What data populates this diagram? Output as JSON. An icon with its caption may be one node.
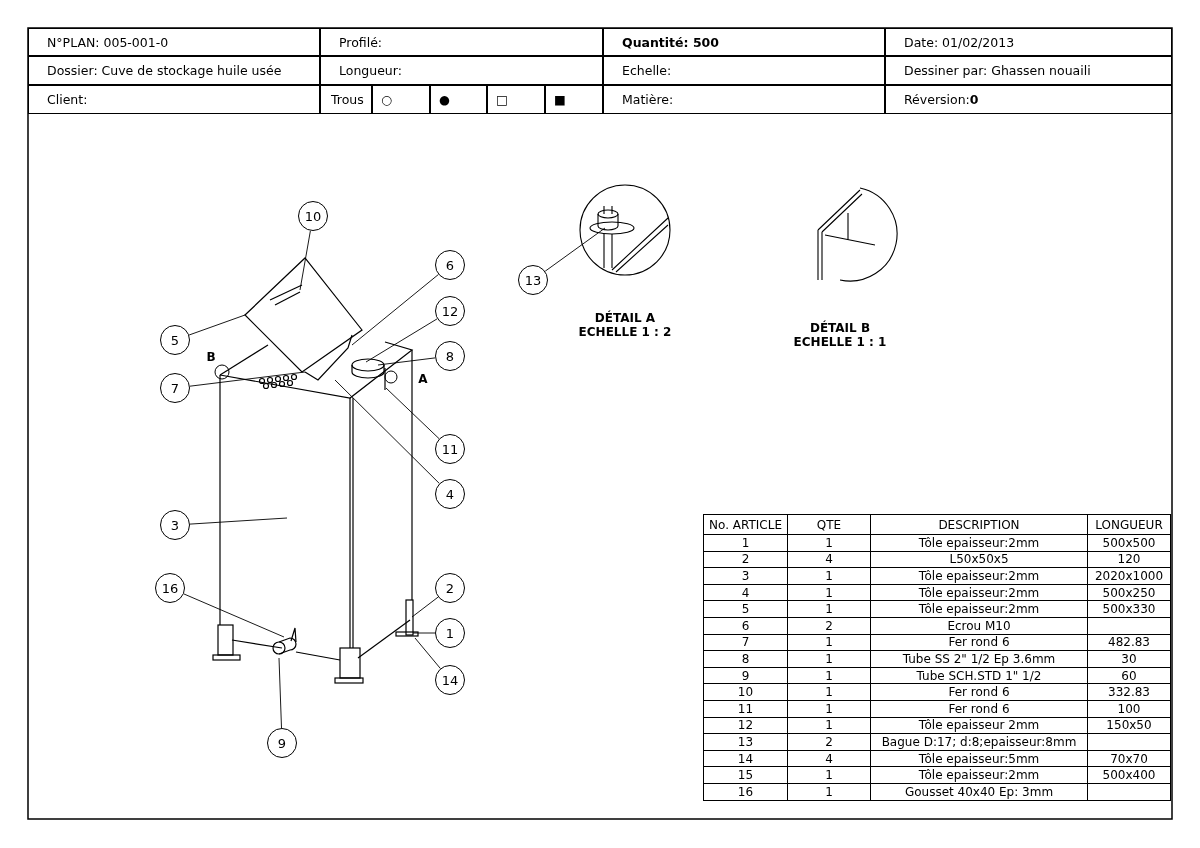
{
  "diagram": {
    "nodes": [
      {
        "text": [
          "10"
        ]
      },
      {
        "text": [
          "6"
        ]
      },
      {
        "text": [
          "13"
        ]
      },
      {
        "text": [
          "12"
        ]
      },
      {
        "text": [
          "5"
        ]
      },
      {
        "text": [
          "8"
        ]
      },
      {
        "text": [
          "7"
        ]
      },
      {
        "text": [
          "11"
        ]
      },
      {
        "text": [
          "4"
        ]
      },
      {
        "text": [
          "3"
        ]
      },
      {
        "text": [
          "2"
        ]
      },
      {
        "text": [
          "16"
        ]
      },
      {
        "text": [
          "1"
        ]
      },
      {
        "text": [
          "14"
        ]
      },
      {
        "text": [
          "9"
        ]
      }
    ],
    "edges": [
      {
        "from": 0,
        "to": null,
        "arrow": "none"
      },
      {
        "from": 1,
        "to": null,
        "arrow": "none"
      },
      {
        "from": 2,
        "to": null,
        "arrow": "none"
      },
      {
        "from": 3,
        "to": null,
        "arrow": "none"
      },
      {
        "from": 4,
        "to": null,
        "arrow": "none"
      },
      {
        "from": 5,
        "to": null,
        "arrow": "none"
      },
      {
        "from": 6,
        "to": null,
        "arrow": "none"
      },
      {
        "from": 7,
        "to": null,
        "arrow": "none"
      },
      {
        "from": 8,
        "to": null,
        "arrow": "none"
      },
      {
        "from": 9,
        "to": null,
        "arrow": "none"
      },
      {
        "from": 10,
        "to": null,
        "arrow": "none"
      },
      {
        "from": 11,
        "to": null,
        "arrow": "none"
      },
      {
        "from": 12,
        "to": null,
        "arrow": "none"
      },
      {
        "from": 13,
        "to": null,
        "arrow": "none"
      },
      {
        "from": 14,
        "to": null,
        "arrow": "none"
      }
    ],
    "labels": [
      "N°PLAN: 005-001-0",
      "Profilé:",
      "Quantité: 500",
      "Date: 01/02/2013",
      "Dossier: Cuve de stockage huile usée",
      "Longueur:",
      "Echelle:",
      "Dessiner par: Ghassen nouaili",
      "Client:",
      "Trous",
      "○",
      "●",
      "□",
      "■",
      "Matière:",
      "Réversion:**0**",
      "B",
      "A",
      "DÉTAIL A ECHELLE 1 : 2",
      "DÉTAIL B ECHELLE 1 : 1",
      "No. ARTICLE",
      "QTE",
      "DESCRIPTION",
      "LONGUEUR",
      "1",
      "1",
      "Tôle epaisseur:2mm",
      "500x500",
      "2",
      "4",
      "L50x50x5",
      "120",
      "3",
      "1",
      "Tôle epaisseur:2mm",
      "2020x1000",
      "4",
      "1",
      "Tôle epaisseur:2mm",
      "500x250",
      "5",
      "1",
      "Tôle epaisseur:2mm",
      "500x330",
      "6",
      "2",
      "Ecrou M10",
      "7",
      "1",
      "Fer rond 6",
      "482.83",
      "8",
      "1",
      "Tube SS 2\" 1/2 Ep 3.6mm",
      "30",
      "9",
      "1",
      "Tube SCH.STD 1\" 1/2",
      "60",
      "10",
      "1",
      "Fer rond 6",
      "332.83",
      "11",
      "1",
      "Fer rond 6",
      "100",
      "12",
      "1",
      "Tôle epaisseur 2mm",
      "150x50",
      "13",
      "2",
      "Bague D:17; d:8;epaisseur:8mm",
      "14",
      "4",
      "Tôle epaisseur:5mm",
      "70x70",
      "15",
      "1",
      "Tôle epaisseur:2mm",
      "500x400",
      "16",
      "1",
      "Gousset 40x40 Ep: 3mm"
    ]
  }
}
